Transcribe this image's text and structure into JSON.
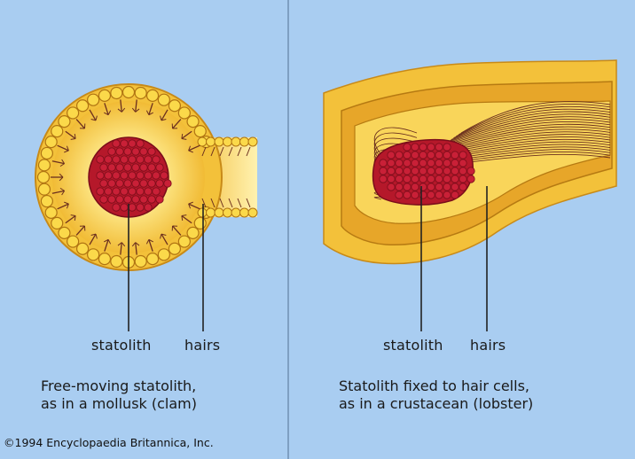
{
  "left_panel": {
    "label_statolith": "statolith",
    "label_hairs": "hairs",
    "caption_line1": "Free-moving statolith,",
    "caption_line2": "as in a mollusk (clam)"
  },
  "right_panel": {
    "label_statolith": "statolith",
    "label_hairs": "hairs",
    "caption_line1": "Statolith fixed to hair cells,",
    "caption_line2": "as in a crustacean (lobster)"
  },
  "copyright": "©1994 Encyclopaedia Britannica, Inc.",
  "colors": {
    "background": "#a9cdf1",
    "tissue": "#f3c13a",
    "tissue_dark": "#d9971e",
    "cell": "#fbd94a",
    "statolith": "#b5182a",
    "statolith_dark": "#7a0d1a",
    "hair": "#6b2f1e",
    "pointer": "#222222"
  }
}
